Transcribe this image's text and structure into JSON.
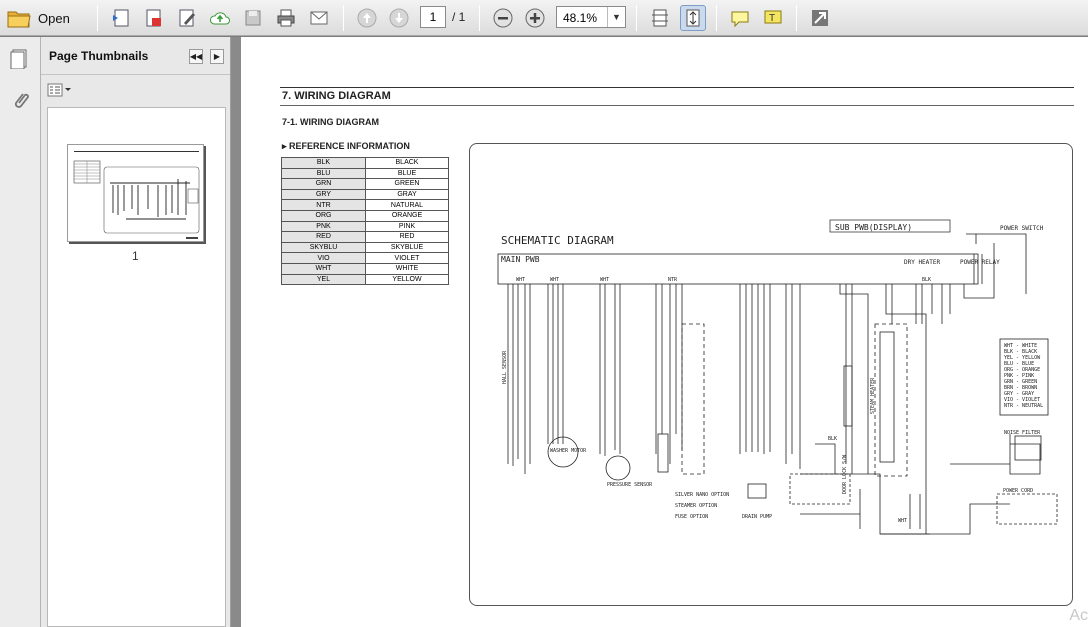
{
  "toolbar": {
    "open_label": "Open",
    "page_current": "1",
    "page_total": "/ 1",
    "zoom": "48.1%"
  },
  "thumbnails_panel": {
    "title": "Page Thumbnails",
    "page_label": "1"
  },
  "document": {
    "section_title": "7.  WIRING DIAGRAM",
    "subsection_title": "7-1.  WIRING DIAGRAM",
    "reference_title": "▸ REFERENCE INFORMATION",
    "reference_table": [
      [
        "BLK",
        "BLACK"
      ],
      [
        "BLU",
        "BLUE"
      ],
      [
        "GRN",
        "GREEN"
      ],
      [
        "GRY",
        "GRAY"
      ],
      [
        "NTR",
        "NATURAL"
      ],
      [
        "ORG",
        "ORANGE"
      ],
      [
        "PNK",
        "PINK"
      ],
      [
        "RED",
        "RED"
      ],
      [
        "SKYBLU",
        "SKYBLUE"
      ],
      [
        "VIO",
        "VIOLET"
      ],
      [
        "WHT",
        "WHITE"
      ],
      [
        "YEL",
        "YELLOW"
      ]
    ],
    "watermark": "Ac"
  },
  "schematic": {
    "title": "SCHEMATIC DIAGRAM",
    "main_pwb": "MAIN PWB",
    "sub_pwb": "SUB PWB(DISPLAY)",
    "power_switch": "POWER SWITCH",
    "power_relay": "POWER RELAY",
    "noise_filter": "NOISE FILTER",
    "power_cord": "POWER CORD",
    "washer_motor": "WASHER MOTOR",
    "drain_pump": "DRAIN PUMP",
    "pressure_sensor": "PRESSURE SENSOR",
    "hall_sensor": "HALL SENSOR",
    "dry_heater": "DRY HEATER",
    "steam_heater": "STEAM HEATER",
    "door_lock_sw": "DOOR LOCK S/W",
    "option_legend": [
      "SILVER NANO OPTION",
      "STEAMER OPTION",
      "FUSE OPTION"
    ],
    "color_legend": [
      "WHT - WHITE",
      "BLK - BLACK",
      "YEL - YELLOW",
      "BLU - BLUE",
      "ORG - ORANGE",
      "PNK - PINK",
      "GRN - GREEN",
      "BRN - BROWN",
      "GRY - GRAY",
      "VIO - VIOLET",
      "NTR - NEUTRAL"
    ],
    "connector_labels": [
      "WHT",
      "WHT",
      "WHT",
      "NTR",
      "BLK",
      "BLK",
      "WHT"
    ]
  }
}
